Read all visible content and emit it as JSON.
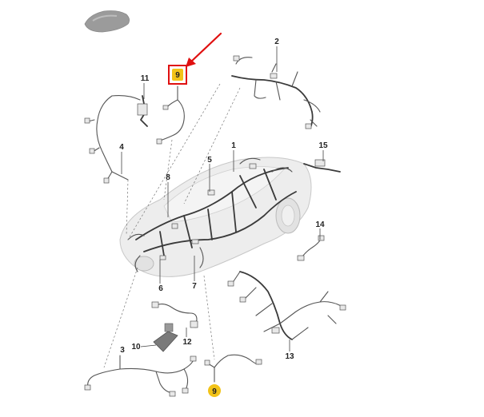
{
  "callouts": {
    "c1": "1",
    "c2": "2",
    "c3": "3",
    "c4": "4",
    "c5": "5",
    "c6": "6",
    "c7": "7",
    "c8": "8",
    "c9_top": "9",
    "c9_bottom": "9",
    "c10": "10",
    "c11": "11",
    "c12": "12",
    "c13": "13",
    "c14": "14",
    "c15": "15"
  },
  "colors": {
    "highlight_badge": "#f2c318",
    "selection_box": "#e01010",
    "arrow": "#e01010",
    "car_body": "#ededed",
    "wire": "#555555"
  },
  "icons": {
    "car_thumbnail": "car-silhouette-icon",
    "pointer": "red-arrow-icon"
  }
}
